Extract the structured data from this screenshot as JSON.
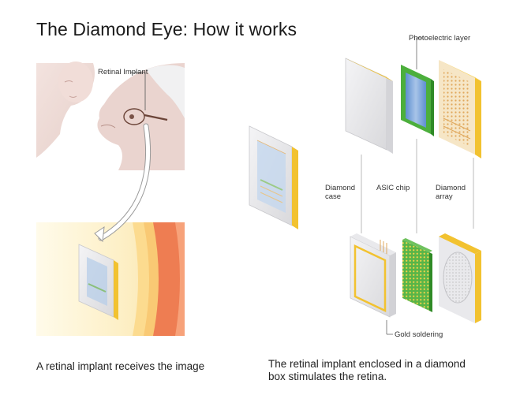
{
  "title": "The Diamond Eye: How it works",
  "labels": {
    "retinal_implant": "Retinal Implant",
    "photoelectric_layer": "Photoelectric layer",
    "diamond_case": "Diamond\ncase",
    "asic_chip": "ASIC chip",
    "diamond_array": "Diamond\narray",
    "gold_soldering": "Gold soldering"
  },
  "captions": {
    "left": "A retinal implant receives the image",
    "right": "The retinal implant enclosed in a diamond box stimulates the retina."
  },
  "colors": {
    "gold": "#f2c230",
    "green": "#4caf3c",
    "case_grey": "#e4e4e6",
    "retina_orange": "#ee7d52",
    "retina_yellow": "#fde9b5",
    "blue_array": "#7ea7d8"
  }
}
